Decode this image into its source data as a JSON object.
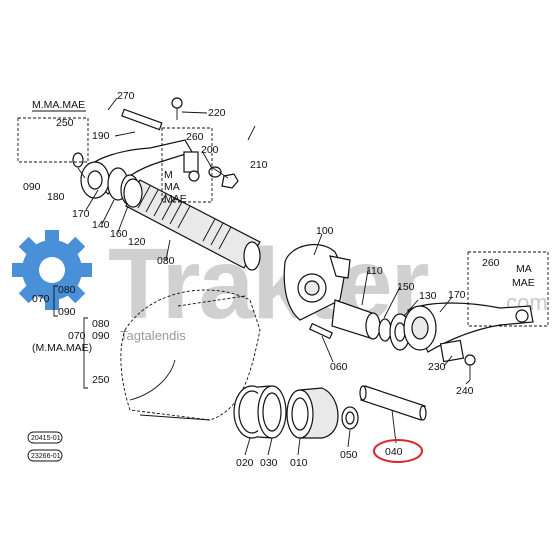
{
  "watermark": {
    "brand": "Trakter",
    "suffix": ".com",
    "tagline": "Tagtalendis",
    "brand_color": "#c8c8c8",
    "gear_color": "#4a90d9"
  },
  "variant_labels": {
    "top_left": "M.MA.MAE",
    "center_box": [
      "M",
      "MA",
      "MAE"
    ],
    "right_box": [
      "MA",
      "MAE"
    ],
    "bottom_left": "(M.MA.MAE)"
  },
  "parts": {
    "p270": "270",
    "p250": "250",
    "p220": "220",
    "p190": "190",
    "p260a": "260",
    "p200": "200",
    "p210": "210",
    "p090a": "090",
    "p180": "180",
    "p170a": "170",
    "p140": "140",
    "p160": "160",
    "p120": "120",
    "p080a": "080",
    "p100": "100",
    "p110": "110",
    "p150": "150",
    "p130": "130",
    "p170b": "170",
    "p260b": "260",
    "p070a": "070",
    "p080b": "080",
    "p090b": "090",
    "p070b": "070",
    "p080c": "080",
    "p090c": "090",
    "p250b": "250",
    "p060": "060",
    "p230": "230",
    "p240": "240",
    "p020": "020",
    "p030": "030",
    "p010": "010",
    "p050": "050",
    "p040": "040"
  },
  "serials": [
    "20415-01",
    "23266-01"
  ],
  "highlight": {
    "part": "040",
    "color": "#d9262c"
  }
}
